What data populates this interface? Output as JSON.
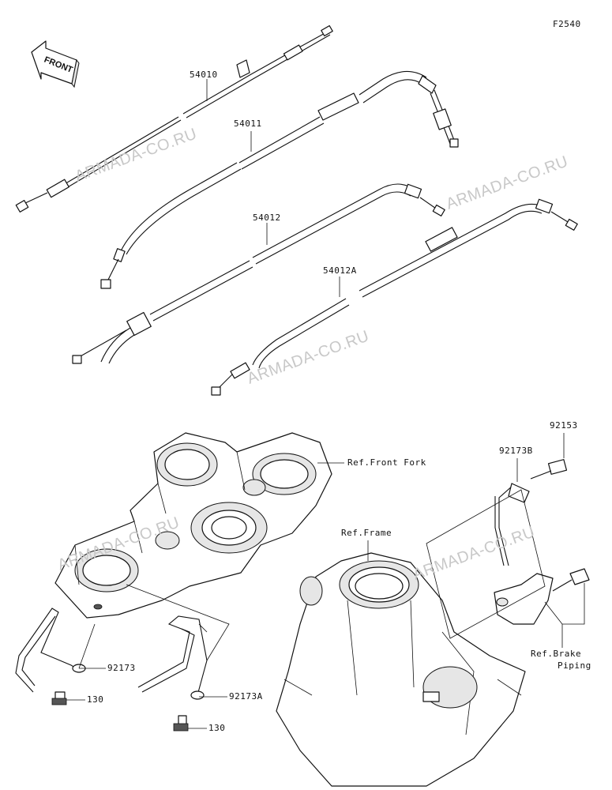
{
  "figure_code": "F2540",
  "front_label": "FRONT",
  "watermark": "ARMADA-CO.RU",
  "labels": {
    "cable_54010": "54010",
    "cable_54011": "54011",
    "cable_54012": "54012",
    "cable_54012A": "54012A",
    "bolt_92153": "92153",
    "clamp_92173B": "92173B",
    "clamp_92173": "92173",
    "clamp_92173A": "92173A",
    "screw_130_a": "130",
    "screw_130_b": "130",
    "ref_front_fork": "Ref.Front Fork",
    "ref_frame": "Ref.Frame",
    "ref_brake_line1": "Ref.Brake",
    "ref_brake_line2": "Piping"
  }
}
